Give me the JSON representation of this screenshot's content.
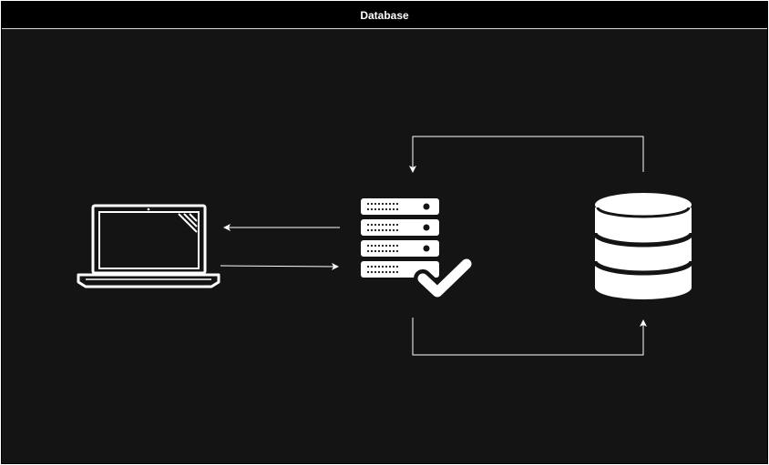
{
  "diagram": {
    "title": "Database",
    "nodes": [
      {
        "id": "client",
        "icon": "laptop-icon"
      },
      {
        "id": "server",
        "icon": "server-check-icon"
      },
      {
        "id": "database",
        "icon": "database-icon"
      }
    ],
    "edges": [
      {
        "from": "server",
        "to": "client"
      },
      {
        "from": "client",
        "to": "server"
      },
      {
        "from": "database",
        "to": "server"
      },
      {
        "from": "server",
        "to": "database"
      }
    ]
  },
  "colors": {
    "background": "#141414",
    "title_bar": "#000000",
    "foreground": "#ffffff"
  }
}
